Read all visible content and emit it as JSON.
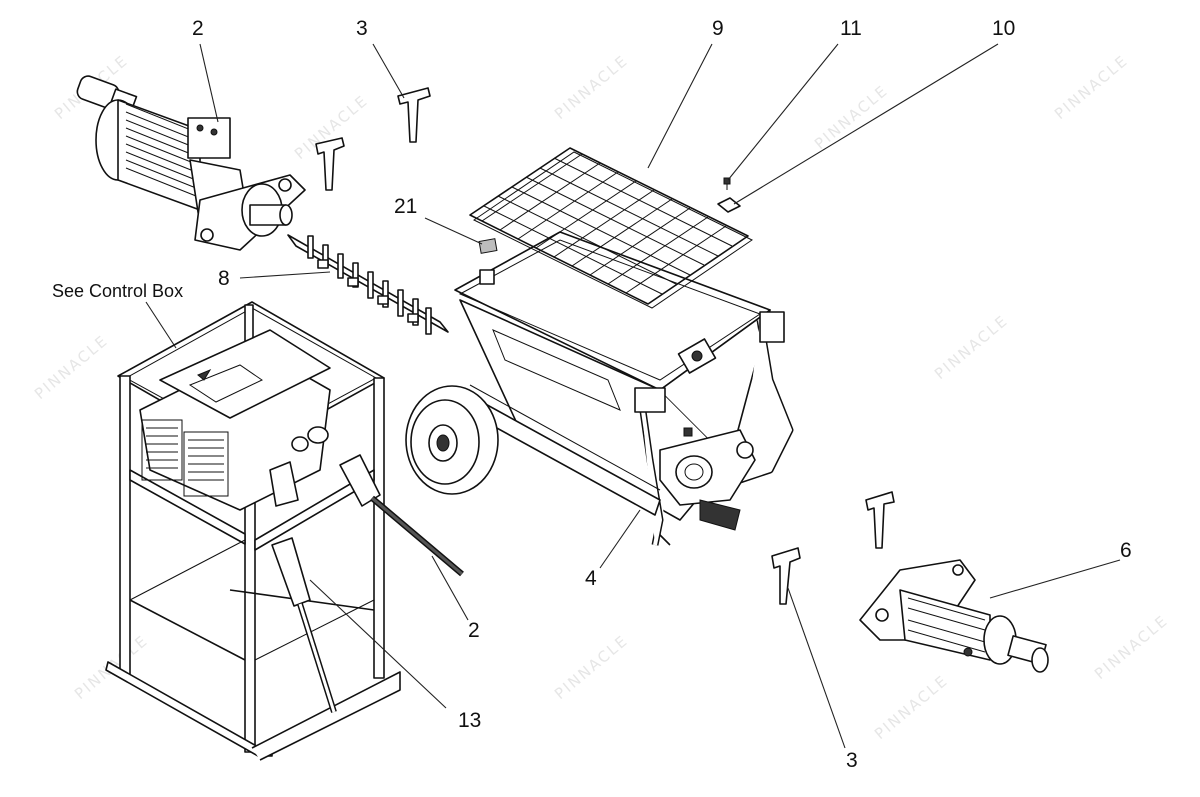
{
  "watermark": {
    "text": "PINNACLE"
  },
  "callouts": [
    {
      "id": "c2a",
      "label": "2"
    },
    {
      "id": "c3a",
      "label": "3"
    },
    {
      "id": "c9",
      "label": "9"
    },
    {
      "id": "c11",
      "label": "11"
    },
    {
      "id": "c10",
      "label": "10"
    },
    {
      "id": "c21",
      "label": "21"
    },
    {
      "id": "c8",
      "label": "8"
    },
    {
      "id": "cctl",
      "label": "See Control Box"
    },
    {
      "id": "c6",
      "label": "6"
    },
    {
      "id": "c4",
      "label": "4"
    },
    {
      "id": "c2b",
      "label": "2"
    },
    {
      "id": "c13",
      "label": "13"
    },
    {
      "id": "c3b",
      "label": "3"
    }
  ]
}
